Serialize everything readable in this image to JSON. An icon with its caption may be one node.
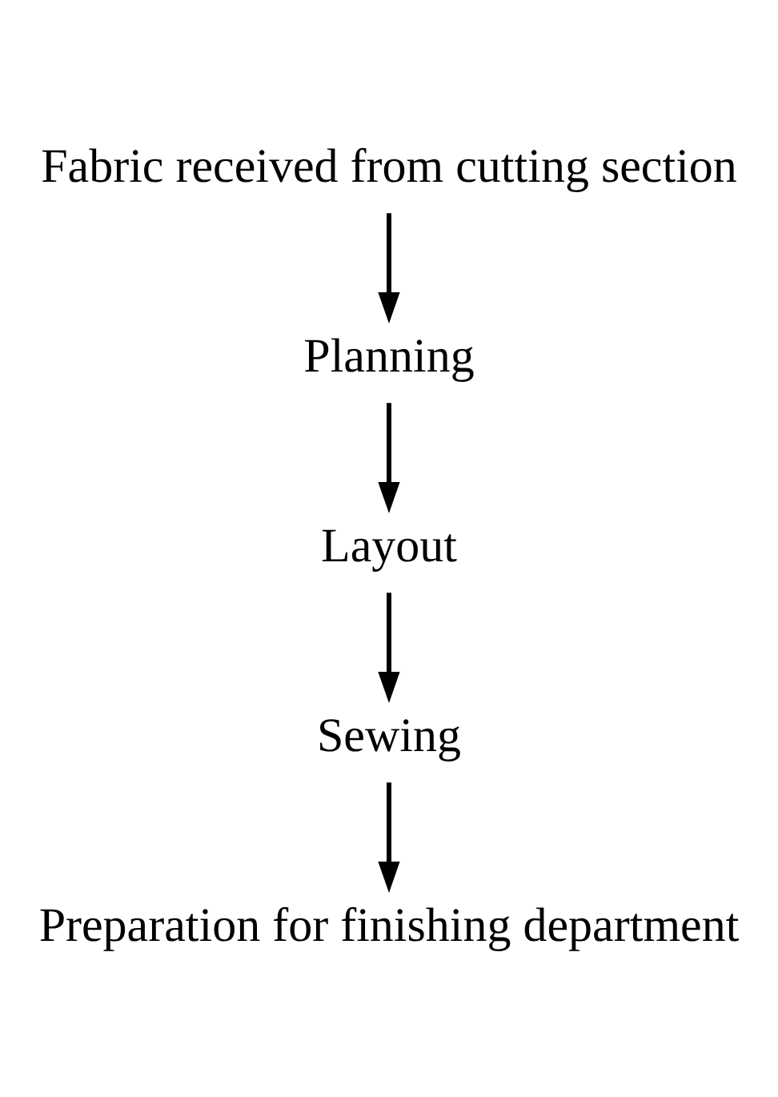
{
  "diagram": {
    "nodes": [
      {
        "text": [
          "Fabric received from cutting section"
        ]
      },
      {
        "text": [
          "Planning"
        ]
      },
      {
        "text": [
          "Layout"
        ]
      },
      {
        "text": [
          "Sewing"
        ]
      },
      {
        "text": [
          "Preparation for finishing department"
        ]
      }
    ],
    "edges": [
      {
        "from": 0,
        "to": 1,
        "arrow": "to"
      },
      {
        "from": 1,
        "to": 2,
        "arrow": "to"
      },
      {
        "from": 2,
        "to": 3,
        "arrow": "to"
      },
      {
        "from": 3,
        "to": 4,
        "arrow": "to"
      }
    ]
  }
}
